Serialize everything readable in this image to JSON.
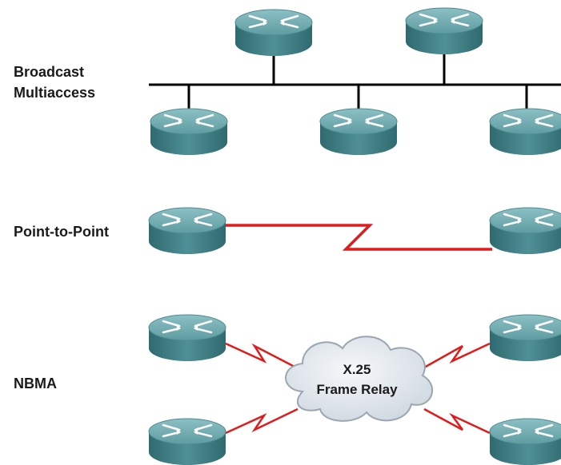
{
  "labels": {
    "broadcast_line1": "Broadcast",
    "broadcast_line2": "Multiaccess",
    "point_to_point": "Point-to-Point",
    "nbma": "NBMA",
    "cloud_line1": "X.25",
    "cloud_line2": "Frame Relay"
  },
  "colors": {
    "router_top": "#6fa9ad",
    "router_side": "#3d7a80",
    "router_arrows": "#ffffff",
    "bus_line": "#000000",
    "serial_link": "#e01b1b",
    "cloud_fill": "#e2e8ee",
    "cloud_stroke": "#9aa6b2"
  },
  "icons": {
    "router": "router-icon",
    "cloud": "cloud-icon"
  }
}
